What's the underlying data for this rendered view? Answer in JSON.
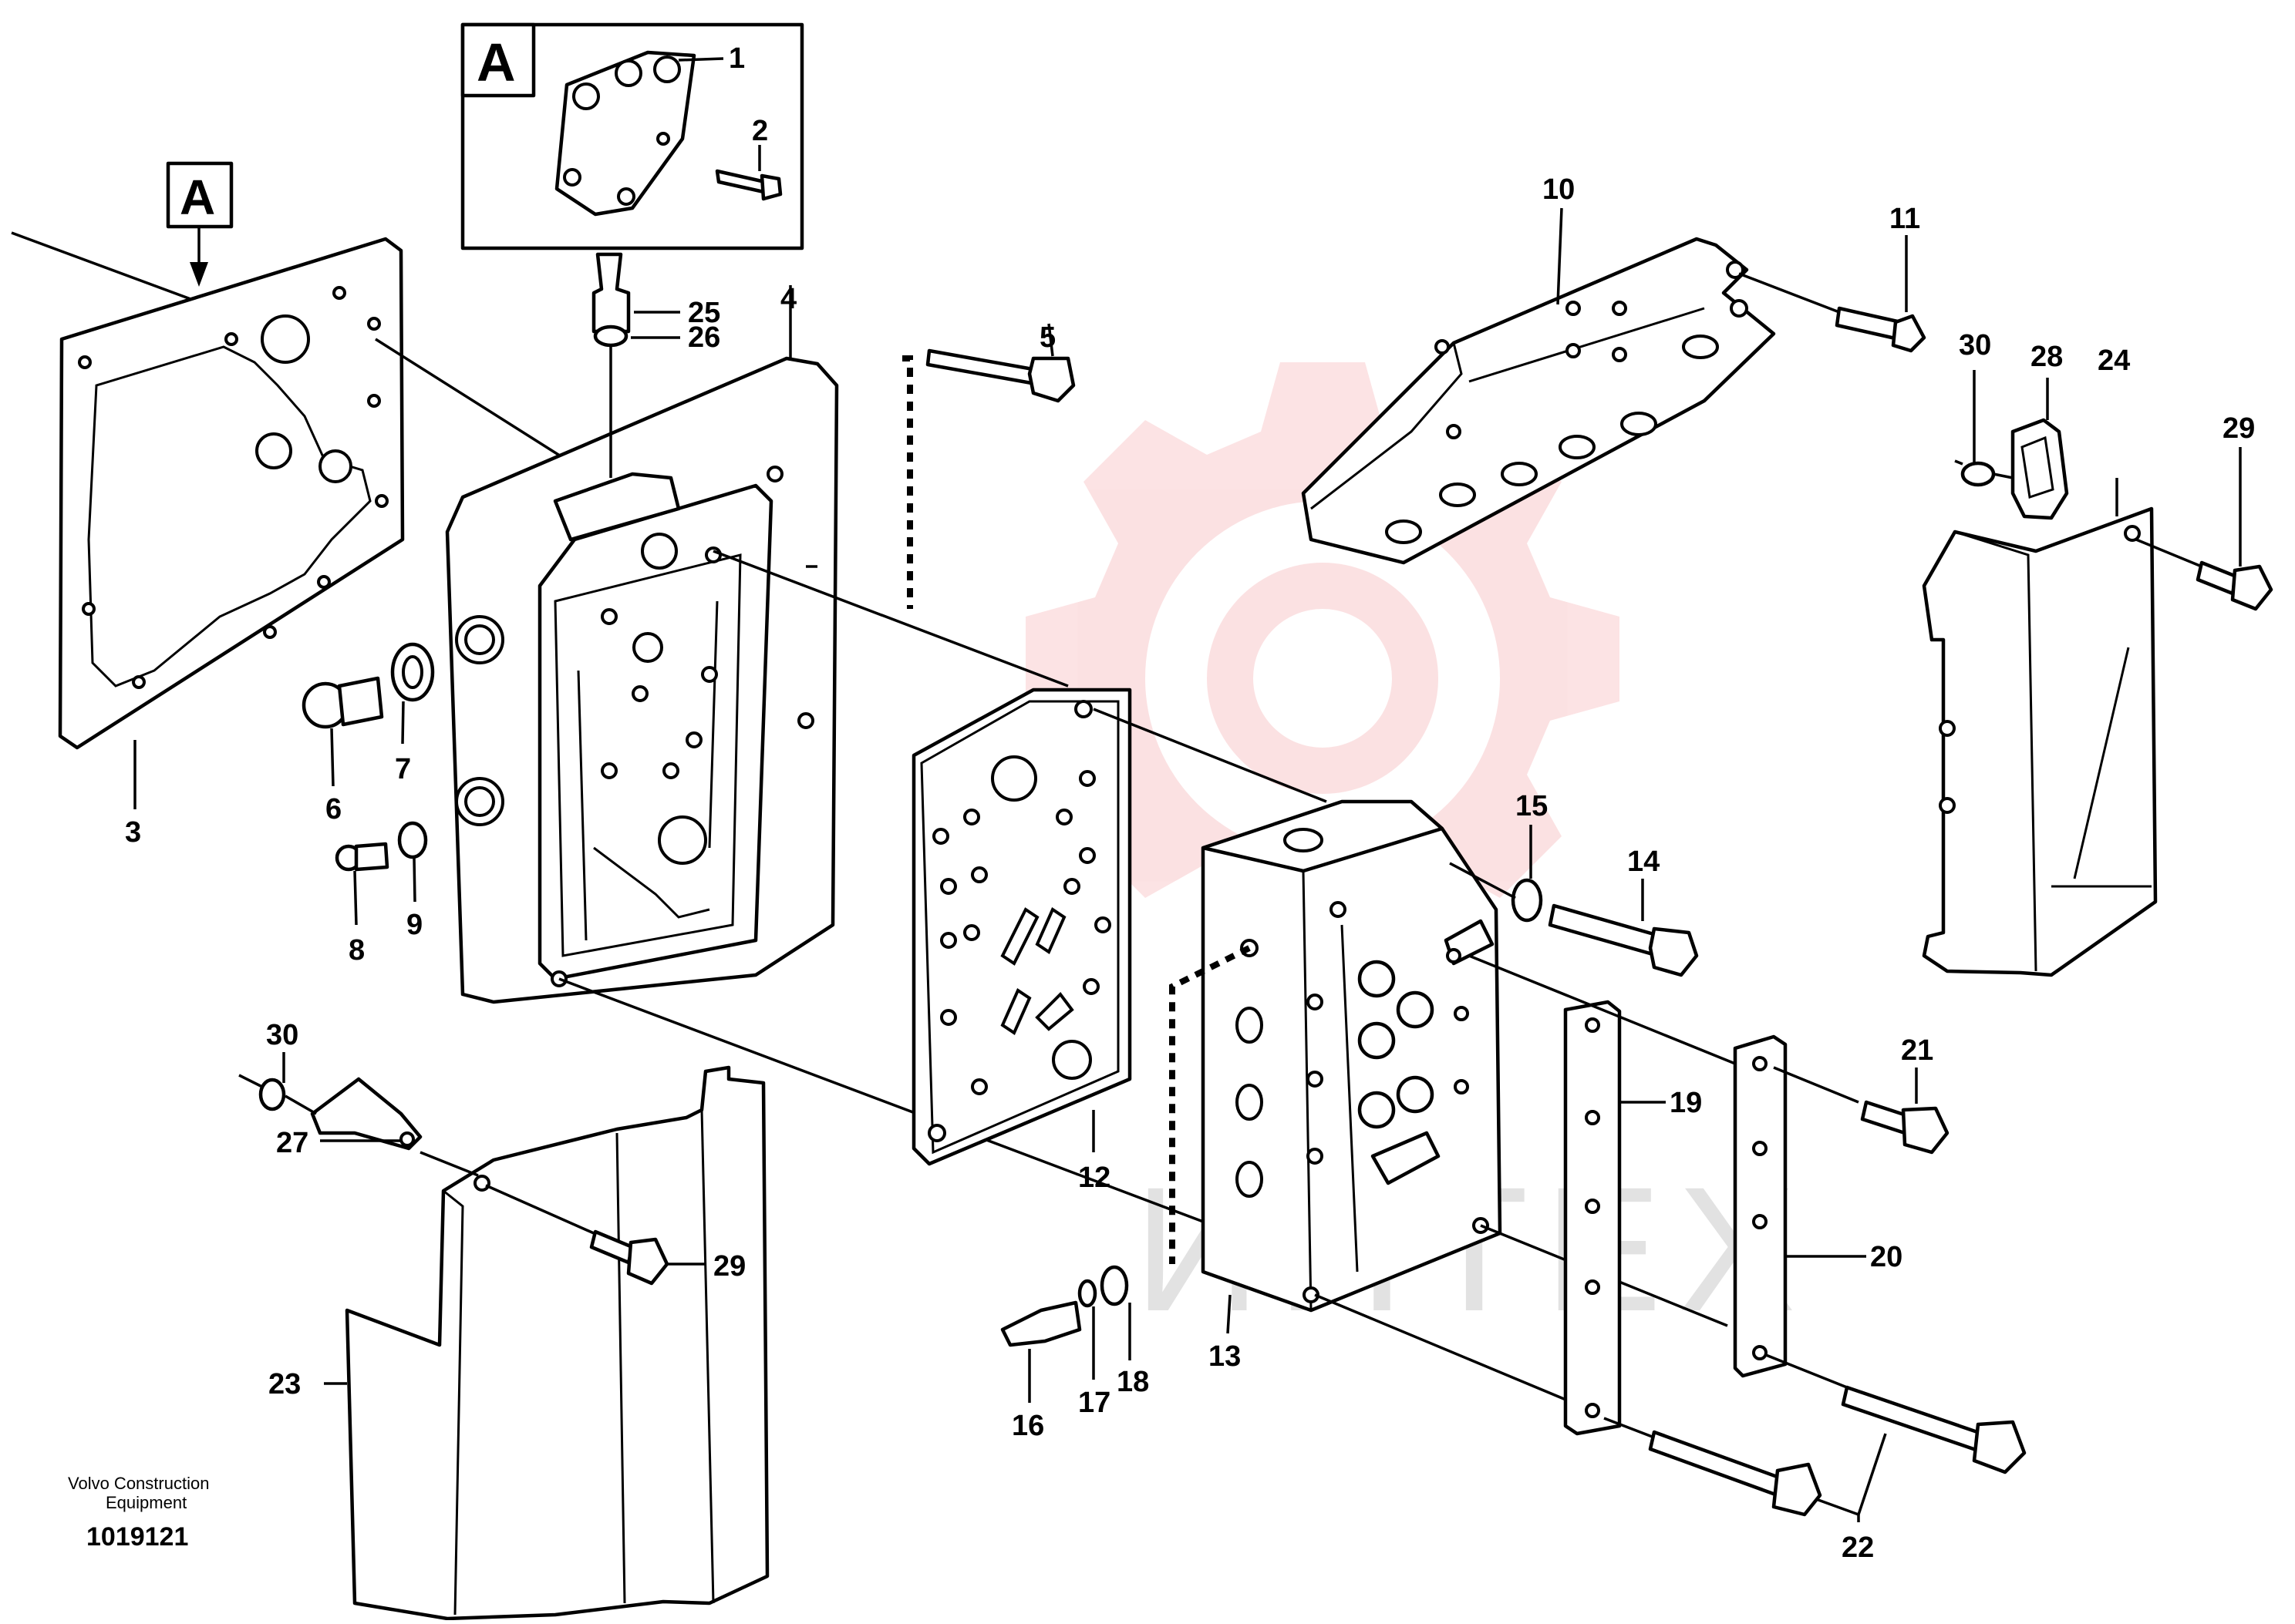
{
  "diagram": {
    "callouts": [
      "1",
      "2",
      "3",
      "4",
      "5",
      "6",
      "7",
      "8",
      "9",
      "10",
      "11",
      "12",
      "13",
      "14",
      "15",
      "16",
      "17",
      "18",
      "19",
      "20",
      "21",
      "22",
      "23",
      "24",
      "25",
      "26",
      "27",
      "28",
      "29",
      "30"
    ],
    "extra_callouts": {
      "c29b": "29",
      "c30b": "30"
    },
    "detail_letter": "A",
    "detail_pointer_letter": "A",
    "footer": {
      "company_line1": "Volvo Construction",
      "company_line2": "Equipment",
      "drawing_number": "1019121"
    },
    "watermark_text": "ИНТЕХ",
    "colors": {
      "ink": "#000000",
      "watermark": "#e8242b",
      "watermark_text": "#d9d9d9"
    }
  }
}
